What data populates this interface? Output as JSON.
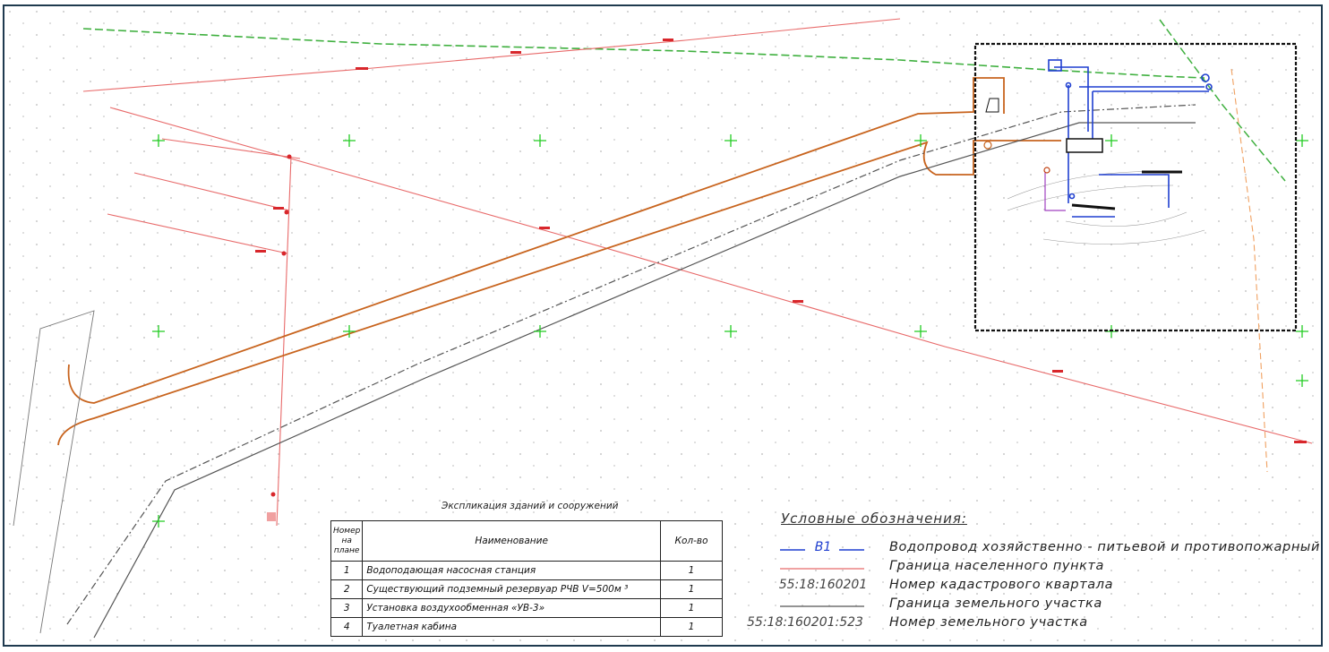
{
  "sheet": {
    "explication": {
      "title": "Экспликация зданий и сооружений",
      "headers": {
        "num": "Номер на плане",
        "name": "Наименование",
        "count": "Кол-во"
      },
      "rows": [
        {
          "num": "1",
          "name": "Водоподающая насосная станция",
          "count": "1"
        },
        {
          "num": "2",
          "name": "Существующий подземный резервуар РЧВ  V=500м ³",
          "count": "1"
        },
        {
          "num": "3",
          "name": "Установка воздухообменная «УВ-3»",
          "count": "1"
        },
        {
          "num": "4",
          "name": "Туалетная кабина",
          "count": "1"
        }
      ]
    },
    "legend": {
      "title": "Условные обозначения:",
      "items": [
        {
          "symbol": "В1",
          "text": "Водопровод хозяйственно - питьевой и противопожарный"
        },
        {
          "symbol": "",
          "text": "Граница населенного пункта"
        },
        {
          "symbol": "55:18:160201",
          "text": "Номер кадастрового квартала"
        },
        {
          "symbol": "",
          "text": "Граница земельного участка"
        },
        {
          "symbol": "55:18:160201:523",
          "text": "Номер земельного участка"
        }
      ]
    },
    "colors": {
      "water_main": "#1f3fd0",
      "settlement_border": "#e05a5a",
      "road": "#c8641e",
      "parcel_border": "#555555",
      "gas_line": "#3fb03f",
      "grid_cross": "#22cc22"
    }
  }
}
